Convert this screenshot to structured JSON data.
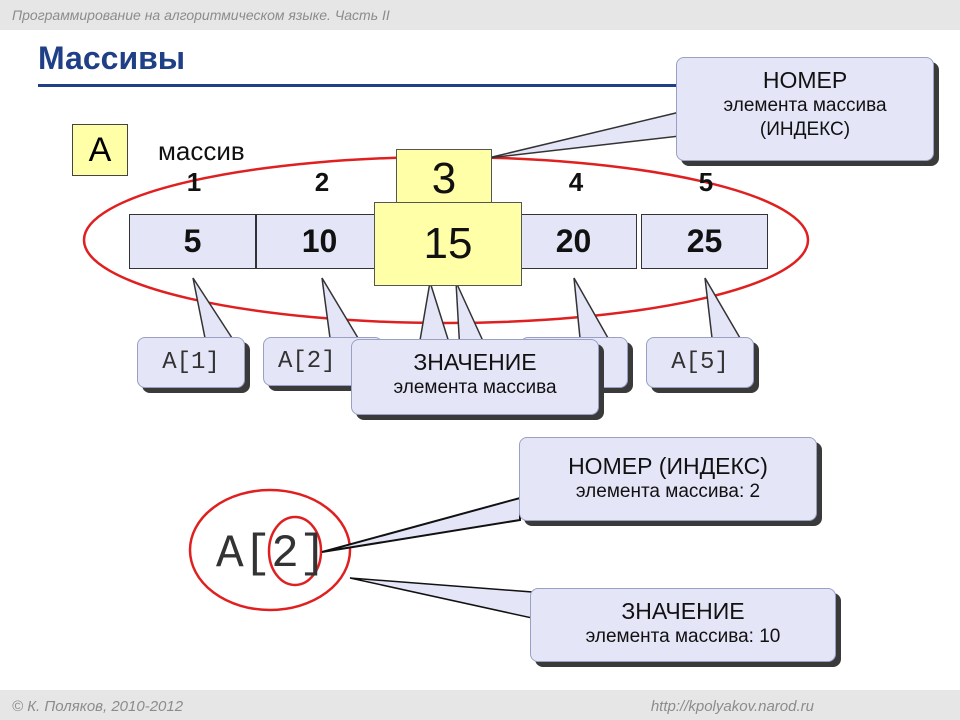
{
  "header": {
    "course": "Программирование на алгоритмическом языке. Часть II"
  },
  "slide": {
    "title": "Массивы"
  },
  "array": {
    "name": "A",
    "label": "массив",
    "indices": [
      "1",
      "2",
      "3",
      "4",
      "5"
    ],
    "values": [
      "5",
      "10",
      "15",
      "20",
      "25"
    ],
    "accessors": [
      "A[1]",
      "A[2]",
      "A[5]"
    ]
  },
  "callouts": {
    "index_top": {
      "line1": "НОМЕР",
      "line2": "элемента массива",
      "line3": "(ИНДЕКС)"
    },
    "value_mid": {
      "line1": "ЗНАЧЕНИЕ",
      "line2": "элемента массива"
    },
    "index_bottom": {
      "line1": "НОМЕР (ИНДЕКС)",
      "line2": "элемента массива: 2"
    },
    "value_bottom": {
      "line1": "ЗНАЧЕНИЕ",
      "line2": "элемента массива: 10"
    }
  },
  "expression": {
    "text": "A[2]"
  },
  "footer": {
    "author": "© К. Поляков, 2010-2012",
    "url": "http://kpolyakov.narod.ru"
  },
  "colors": {
    "title": "#1f3f86",
    "highlight": "#ffffa8",
    "cell": "#e4e6f8",
    "ring": "#e02020"
  }
}
